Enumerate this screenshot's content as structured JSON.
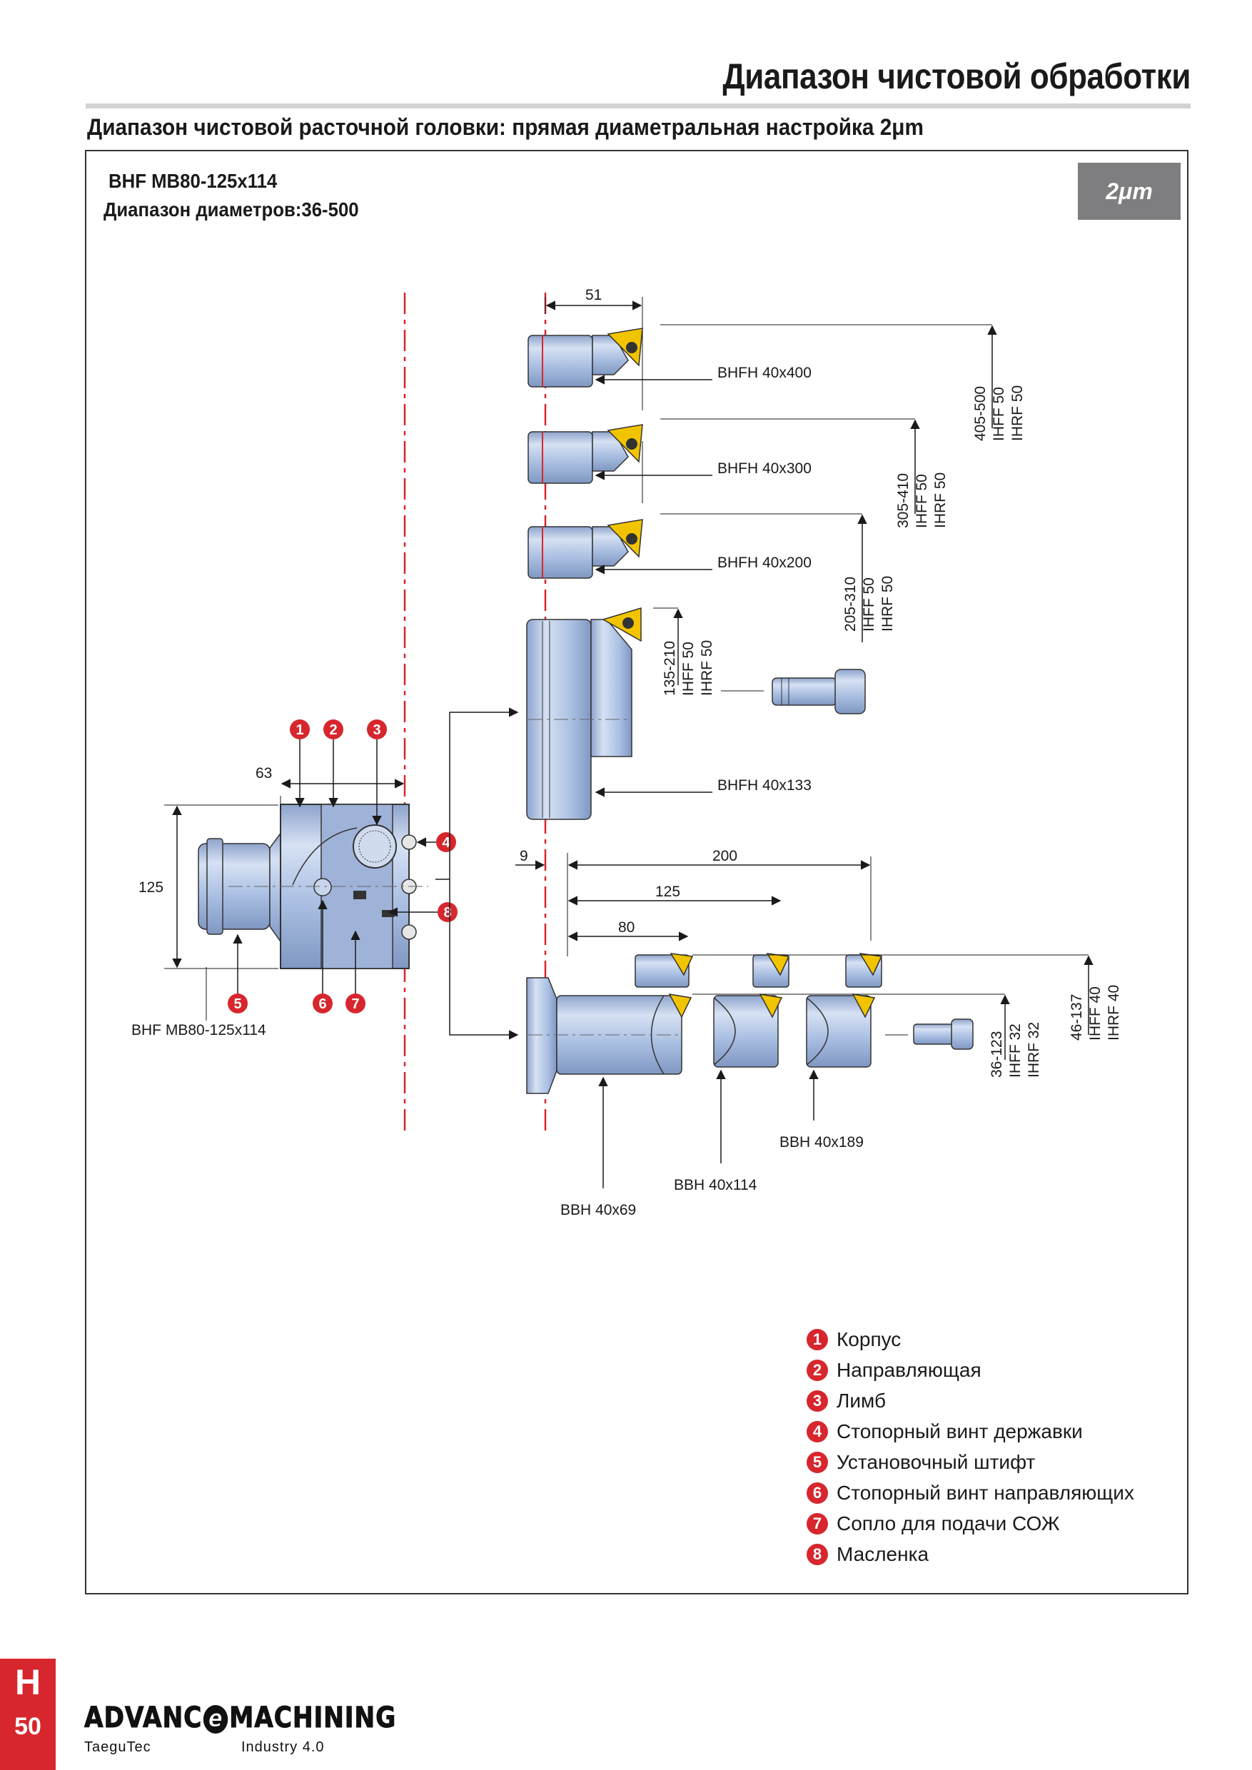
{
  "header": {
    "title": "Диапазон чистовой обработки",
    "subtitle": "Диапазон чистовой расточной головки: прямая диаметральная настройка 2μm"
  },
  "panel": {
    "model": "BHF MB80-125x114",
    "range": "Диапазон диаметров:36-500",
    "precision_badge": "2μm"
  },
  "diagram": {
    "body_label": "BHF MB80-125x114",
    "dim_63": "63",
    "dim_125": "125",
    "dim_51": "51",
    "dim_9": "9",
    "dim_200": "200",
    "dim_125b": "125",
    "dim_80": "80",
    "holders": {
      "h400": "BHFH 40x400",
      "h300": "BHFH 40x300",
      "h200": "BHFH 40x200",
      "h133": "BHFH 40x133",
      "b69": "BBH 40x69",
      "b114": "BBH 40x114",
      "b189": "BBH 40x189"
    },
    "ranges": {
      "r1": [
        "405-500",
        "IHFF 50",
        "IHRF 50"
      ],
      "r2": [
        "305-410",
        "IHFF 50",
        "IHRF 50"
      ],
      "r3": [
        "205-310",
        "IHFF 50",
        "IHRF 50"
      ],
      "r4": [
        "135-210",
        "IHFF 50",
        "IHRF 50"
      ],
      "r5": [
        "46-137",
        "IHFF 40",
        "IHRF 40"
      ],
      "r6": [
        "36-123",
        "IHFF 32",
        "IHRF 32"
      ]
    },
    "callouts": [
      "1",
      "2",
      "3",
      "4",
      "5",
      "6",
      "7",
      "8"
    ]
  },
  "legend": [
    {
      "num": "1",
      "text": "Корпус"
    },
    {
      "num": "2",
      "text": "Направляющая"
    },
    {
      "num": "3",
      "text": "Лимб"
    },
    {
      "num": "4",
      "text": "Стопорный винт державки"
    },
    {
      "num": "5",
      "text": "Установочный штифт"
    },
    {
      "num": "6",
      "text": "Стопорный винт направляющих"
    },
    {
      "num": "7",
      "text": "Сопло для подачи СОЖ"
    },
    {
      "num": "8",
      "text": "Масленка"
    }
  ],
  "footer": {
    "tab_letter": "H",
    "page_number": "50",
    "brand_left": "ADVANC",
    "brand_e": "e",
    "brand_right": "MACHINING",
    "sub_left": "TaeguTec",
    "sub_right": "Industry 4.0"
  },
  "colors": {
    "accent_red": "#d7262d",
    "steel_blue": "#b9c9e6",
    "insert_yellow": "#f2c400",
    "badge_gray": "#7e7e80"
  }
}
